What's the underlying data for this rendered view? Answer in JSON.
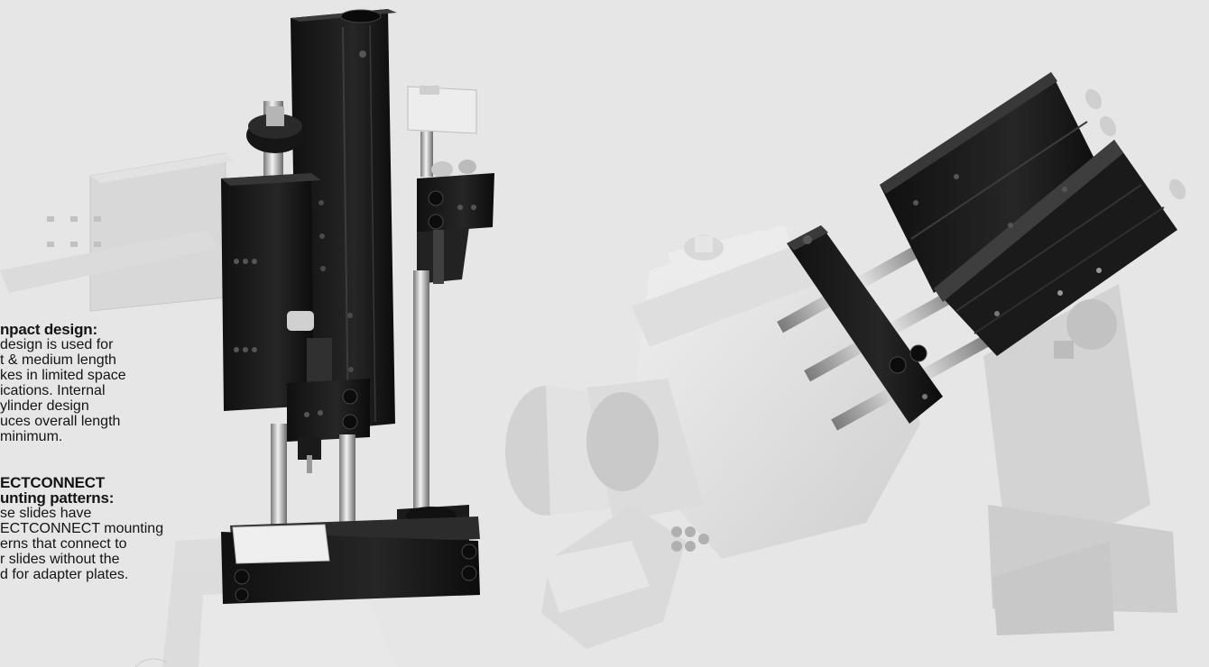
{
  "callouts": [
    {
      "heading": "npact design:",
      "body": " design is used for\nt & medium length\nkes in limited space\nications. Internal\nylinder design\nuces overall length\n minimum."
    },
    {
      "heading": "ECTCONNECT\nunting patterns:",
      "body": "se slides have\nECTCONNECT mounting\nerns that connect to\nr slides without the\nd for adapter plates."
    }
  ],
  "colors": {
    "background": "#e6e6e6",
    "part_dark": "#1d1d1d",
    "part_ghost": "#d9d9d9",
    "text": "#141414"
  }
}
